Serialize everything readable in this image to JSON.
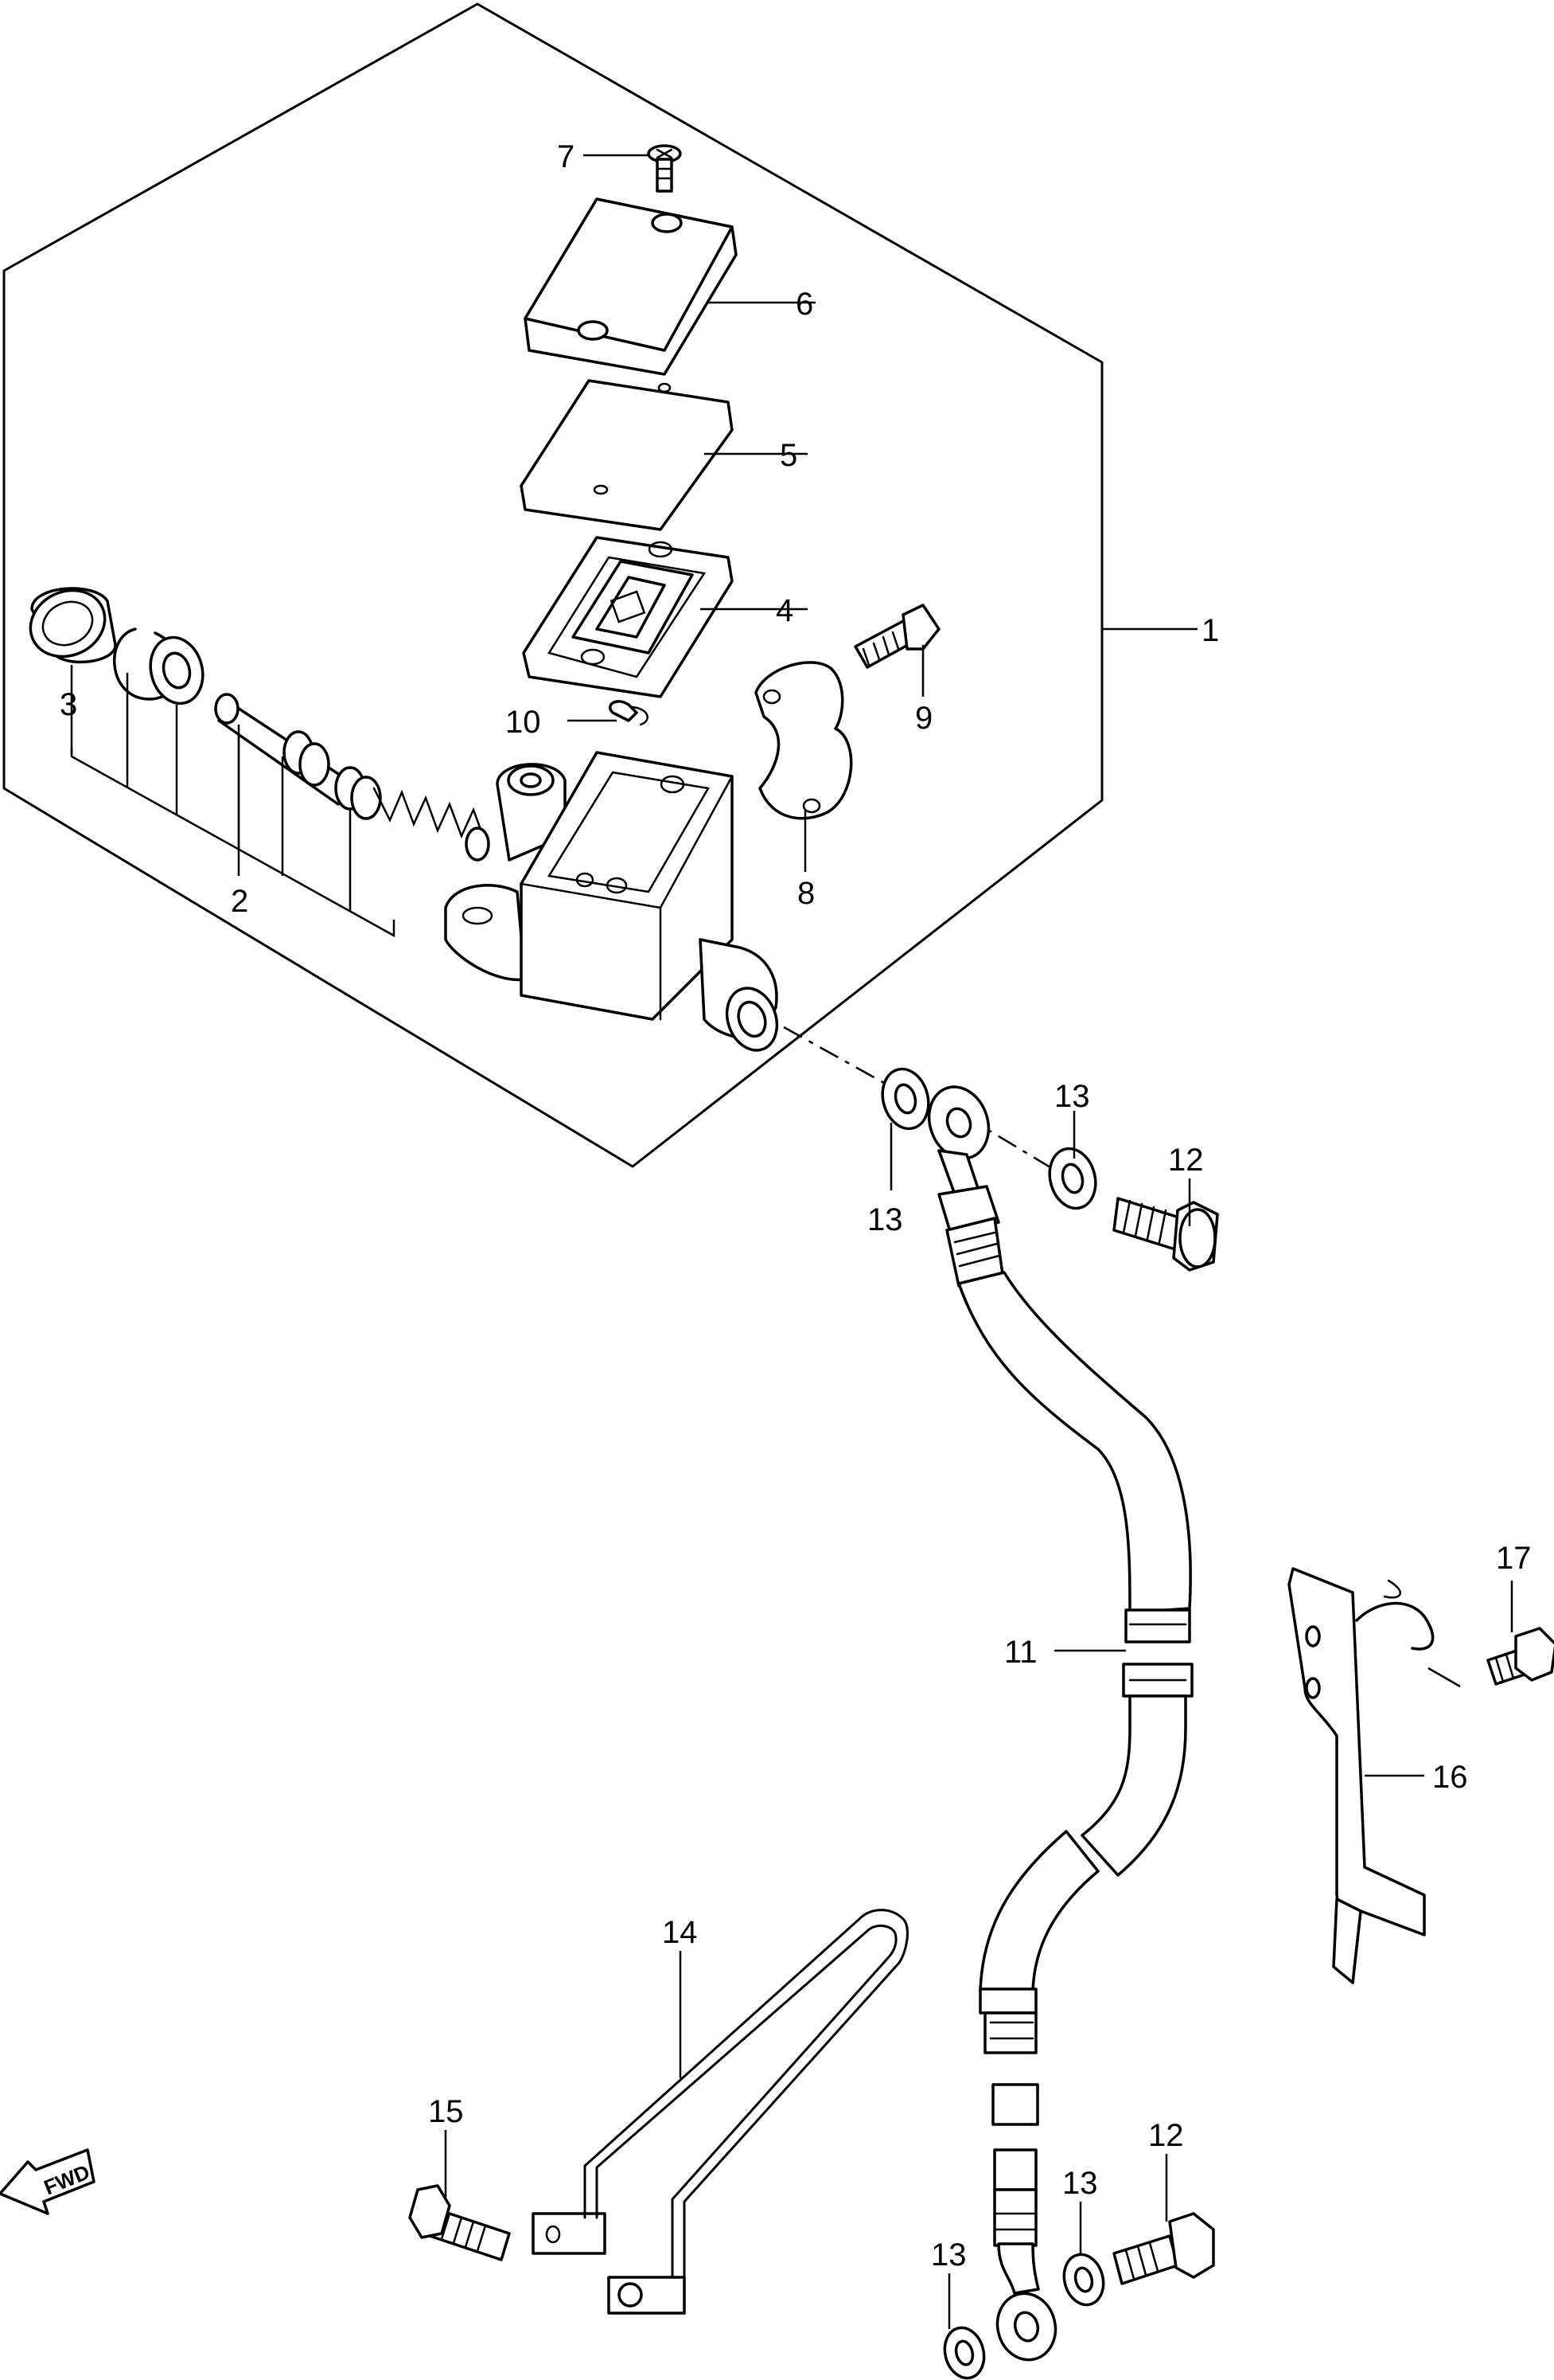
{
  "callouts": [
    {
      "id": "1",
      "label": "1"
    },
    {
      "id": "2",
      "label": "2"
    },
    {
      "id": "3",
      "label": "3"
    },
    {
      "id": "4",
      "label": "4"
    },
    {
      "id": "5",
      "label": "5"
    },
    {
      "id": "6",
      "label": "6"
    },
    {
      "id": "7",
      "label": "7"
    },
    {
      "id": "8",
      "label": "8"
    },
    {
      "id": "9",
      "label": "9"
    },
    {
      "id": "10",
      "label": "10"
    },
    {
      "id": "11",
      "label": "11"
    },
    {
      "id": "12a",
      "label": "12"
    },
    {
      "id": "12b",
      "label": "12"
    },
    {
      "id": "13a",
      "label": "13"
    },
    {
      "id": "13b",
      "label": "13"
    },
    {
      "id": "13c",
      "label": "13"
    },
    {
      "id": "13d",
      "label": "13"
    },
    {
      "id": "14",
      "label": "14"
    },
    {
      "id": "15",
      "label": "15"
    },
    {
      "id": "16",
      "label": "16"
    },
    {
      "id": "17",
      "label": "17"
    }
  ],
  "direction_marker": {
    "label": "FWD"
  }
}
